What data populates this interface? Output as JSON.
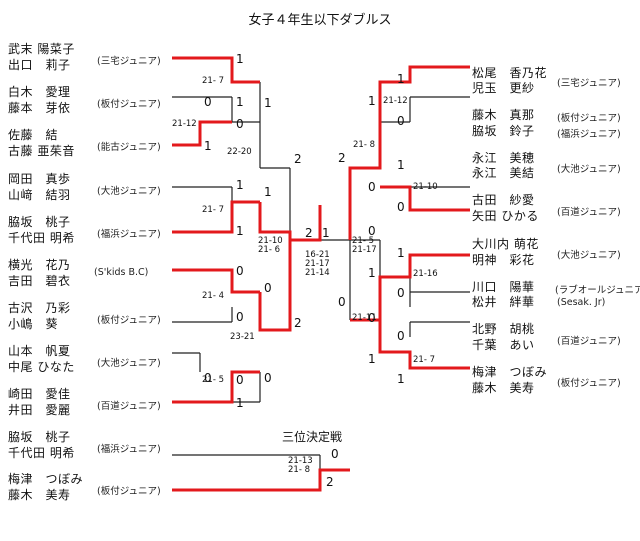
{
  "title": "女子４年生以下ダブルス",
  "left_teams": [
    {
      "p1": "武末 陽菜子",
      "p2": "出口　莉子",
      "club": "(三宅ジュニア)"
    },
    {
      "p1": "白木　愛理",
      "p2": "藤本　芽依",
      "club": "(板付ジュニア)"
    },
    {
      "p1": "佐藤　結",
      "p2": "古藤 亜茱音",
      "club": "(能古ジュニア)"
    },
    {
      "p1": "岡田　真歩",
      "p2": "山﨑　結羽",
      "club": "(大池ジュニア)"
    },
    {
      "p1": "脇坂　桃子",
      "p2": "千代田 明希",
      "club": "(福浜ジュニア)"
    },
    {
      "p1": "横光　花乃",
      "p2": "吉田　碧衣",
      "club": "(S'kids B.C)"
    },
    {
      "p1": "古沢　乃彩",
      "p2": "小嶋　葵",
      "club": "(板付ジュニア)"
    },
    {
      "p1": "山本　帆夏",
      "p2": "中尾 ひなた",
      "club": "(大池ジュニア)"
    },
    {
      "p1": "崎田　愛佳",
      "p2": "井田　愛麗",
      "club": "(百道ジュニア)"
    }
  ],
  "right_teams": [
    {
      "p1": "松尾　香乃花",
      "p2": "児玉　更紗",
      "club": "(三宅ジュニア)"
    },
    {
      "p1": "藤木　真那",
      "p2": "脇坂　鈴子",
      "club": "(板付ジュニア)",
      "club2": "(福浜ジュニア)"
    },
    {
      "p1": "永江　美穂",
      "p2": "永江　美結",
      "club": "(大池ジュニア)"
    },
    {
      "p1": "古田　紗愛",
      "p2": "矢田 ひかる",
      "club": "(百道ジュニア)"
    },
    {
      "p1": "大川内 萌花",
      "p2": "明神　彩花",
      "club": "(大池ジュニア)"
    },
    {
      "p1": "川口　陽華",
      "p2": "松井　絆華",
      "club": "(ラブオールジュニア)",
      "club2": "(Sesak. Jr)"
    },
    {
      "p1": "北野　胡桃",
      "p2": "千葉　あい",
      "club": "(百道ジュニア)"
    },
    {
      "p1": "梅津　つぼみ",
      "p2": "藤木　美寿",
      "club": "(板付ジュニア)"
    }
  ],
  "third_place": {
    "label": "三位決定戦",
    "teams": [
      {
        "p1": "脇坂　桃子",
        "p2": "千代田 明希",
        "club": "(福浜ジュニア)"
      },
      {
        "p1": "梅津　つぼみ",
        "p2": "藤木　美寿",
        "club": "(板付ジュニア)"
      }
    ],
    "score": "21-13\n21- 8",
    "nums": [
      "0",
      "2"
    ]
  },
  "left_scores": [
    "21- 7",
    "21-12",
    "22-20",
    "21- 7",
    "21-10\n21- 6",
    "21- 4",
    "23-21",
    "21- 5"
  ],
  "right_scores": [
    "21-12",
    "21- 8",
    "21-10",
    "21- 5\n21-17",
    "21-16",
    "21-11",
    "21- 7"
  ],
  "final_score": "16-21\n21-17\n21-14",
  "left_nums": [
    "1",
    "0",
    "0",
    "1",
    "1",
    "0",
    "0",
    "1",
    "1",
    "1",
    "2",
    "0",
    "0",
    "1",
    "0",
    "1",
    "0",
    "2",
    "2"
  ],
  "right_nums": [
    "1",
    "0",
    "1",
    "0",
    "1",
    "0",
    "1",
    "1",
    "0",
    "2",
    "0",
    "1",
    "0",
    "1",
    "1",
    "0",
    "0"
  ],
  "colors": {
    "win": "#e3191c",
    "line": "#222222"
  }
}
